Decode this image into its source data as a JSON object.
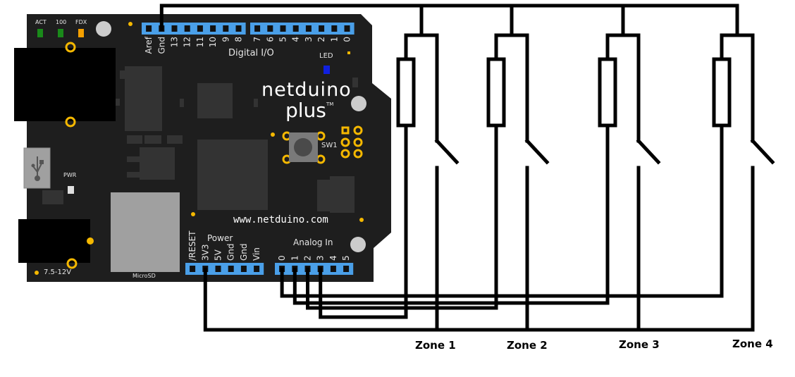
{
  "diagram": {
    "title": "Netduino Plus zone wiring",
    "board": {
      "name": "netduino",
      "name_line2": "plus",
      "trademark": "TM",
      "url": "www.netduino.com",
      "leds": [
        "ACT",
        "100",
        "FDX"
      ],
      "pwr_label": "PWR",
      "led_label": "LED",
      "button_label": "SW1",
      "microsd_label": "MicroSD",
      "power_input_label": "7.5-12V",
      "digital_header_label": "Digital I/O",
      "digital_pins_left": [
        "Aref",
        "Gnd",
        "13",
        "12",
        "11",
        "10",
        "9",
        "8"
      ],
      "digital_pins_right": [
        "7",
        "6",
        "5",
        "4",
        "3",
        "2",
        "1",
        "0"
      ],
      "power_header_label": "Power",
      "power_pins": [
        "/RESET",
        "3V3",
        "5V",
        "Gnd",
        "Gnd",
        "Vin"
      ],
      "analog_header_label": "Analog In",
      "analog_pins": [
        "0",
        "1",
        "2",
        "3",
        "4",
        "5"
      ]
    },
    "zones": [
      {
        "label": "Zone 1",
        "analog_pin": "3"
      },
      {
        "label": "Zone 2",
        "analog_pin": "2"
      },
      {
        "label": "Zone 3",
        "analog_pin": "1"
      },
      {
        "label": "Zone 4",
        "analog_pin": "0"
      }
    ],
    "connections": {
      "common_top": "Gnd",
      "common_bottom": "3V3"
    },
    "colors": {
      "board": "#1e1e1e",
      "chip": "#333333",
      "header": "#4a9fe8",
      "pad": "#f5b800",
      "led_green": "#1a8a1a",
      "led_orange": "#f5a000",
      "led_blue": "#1020e0",
      "wire": "#000000"
    }
  }
}
